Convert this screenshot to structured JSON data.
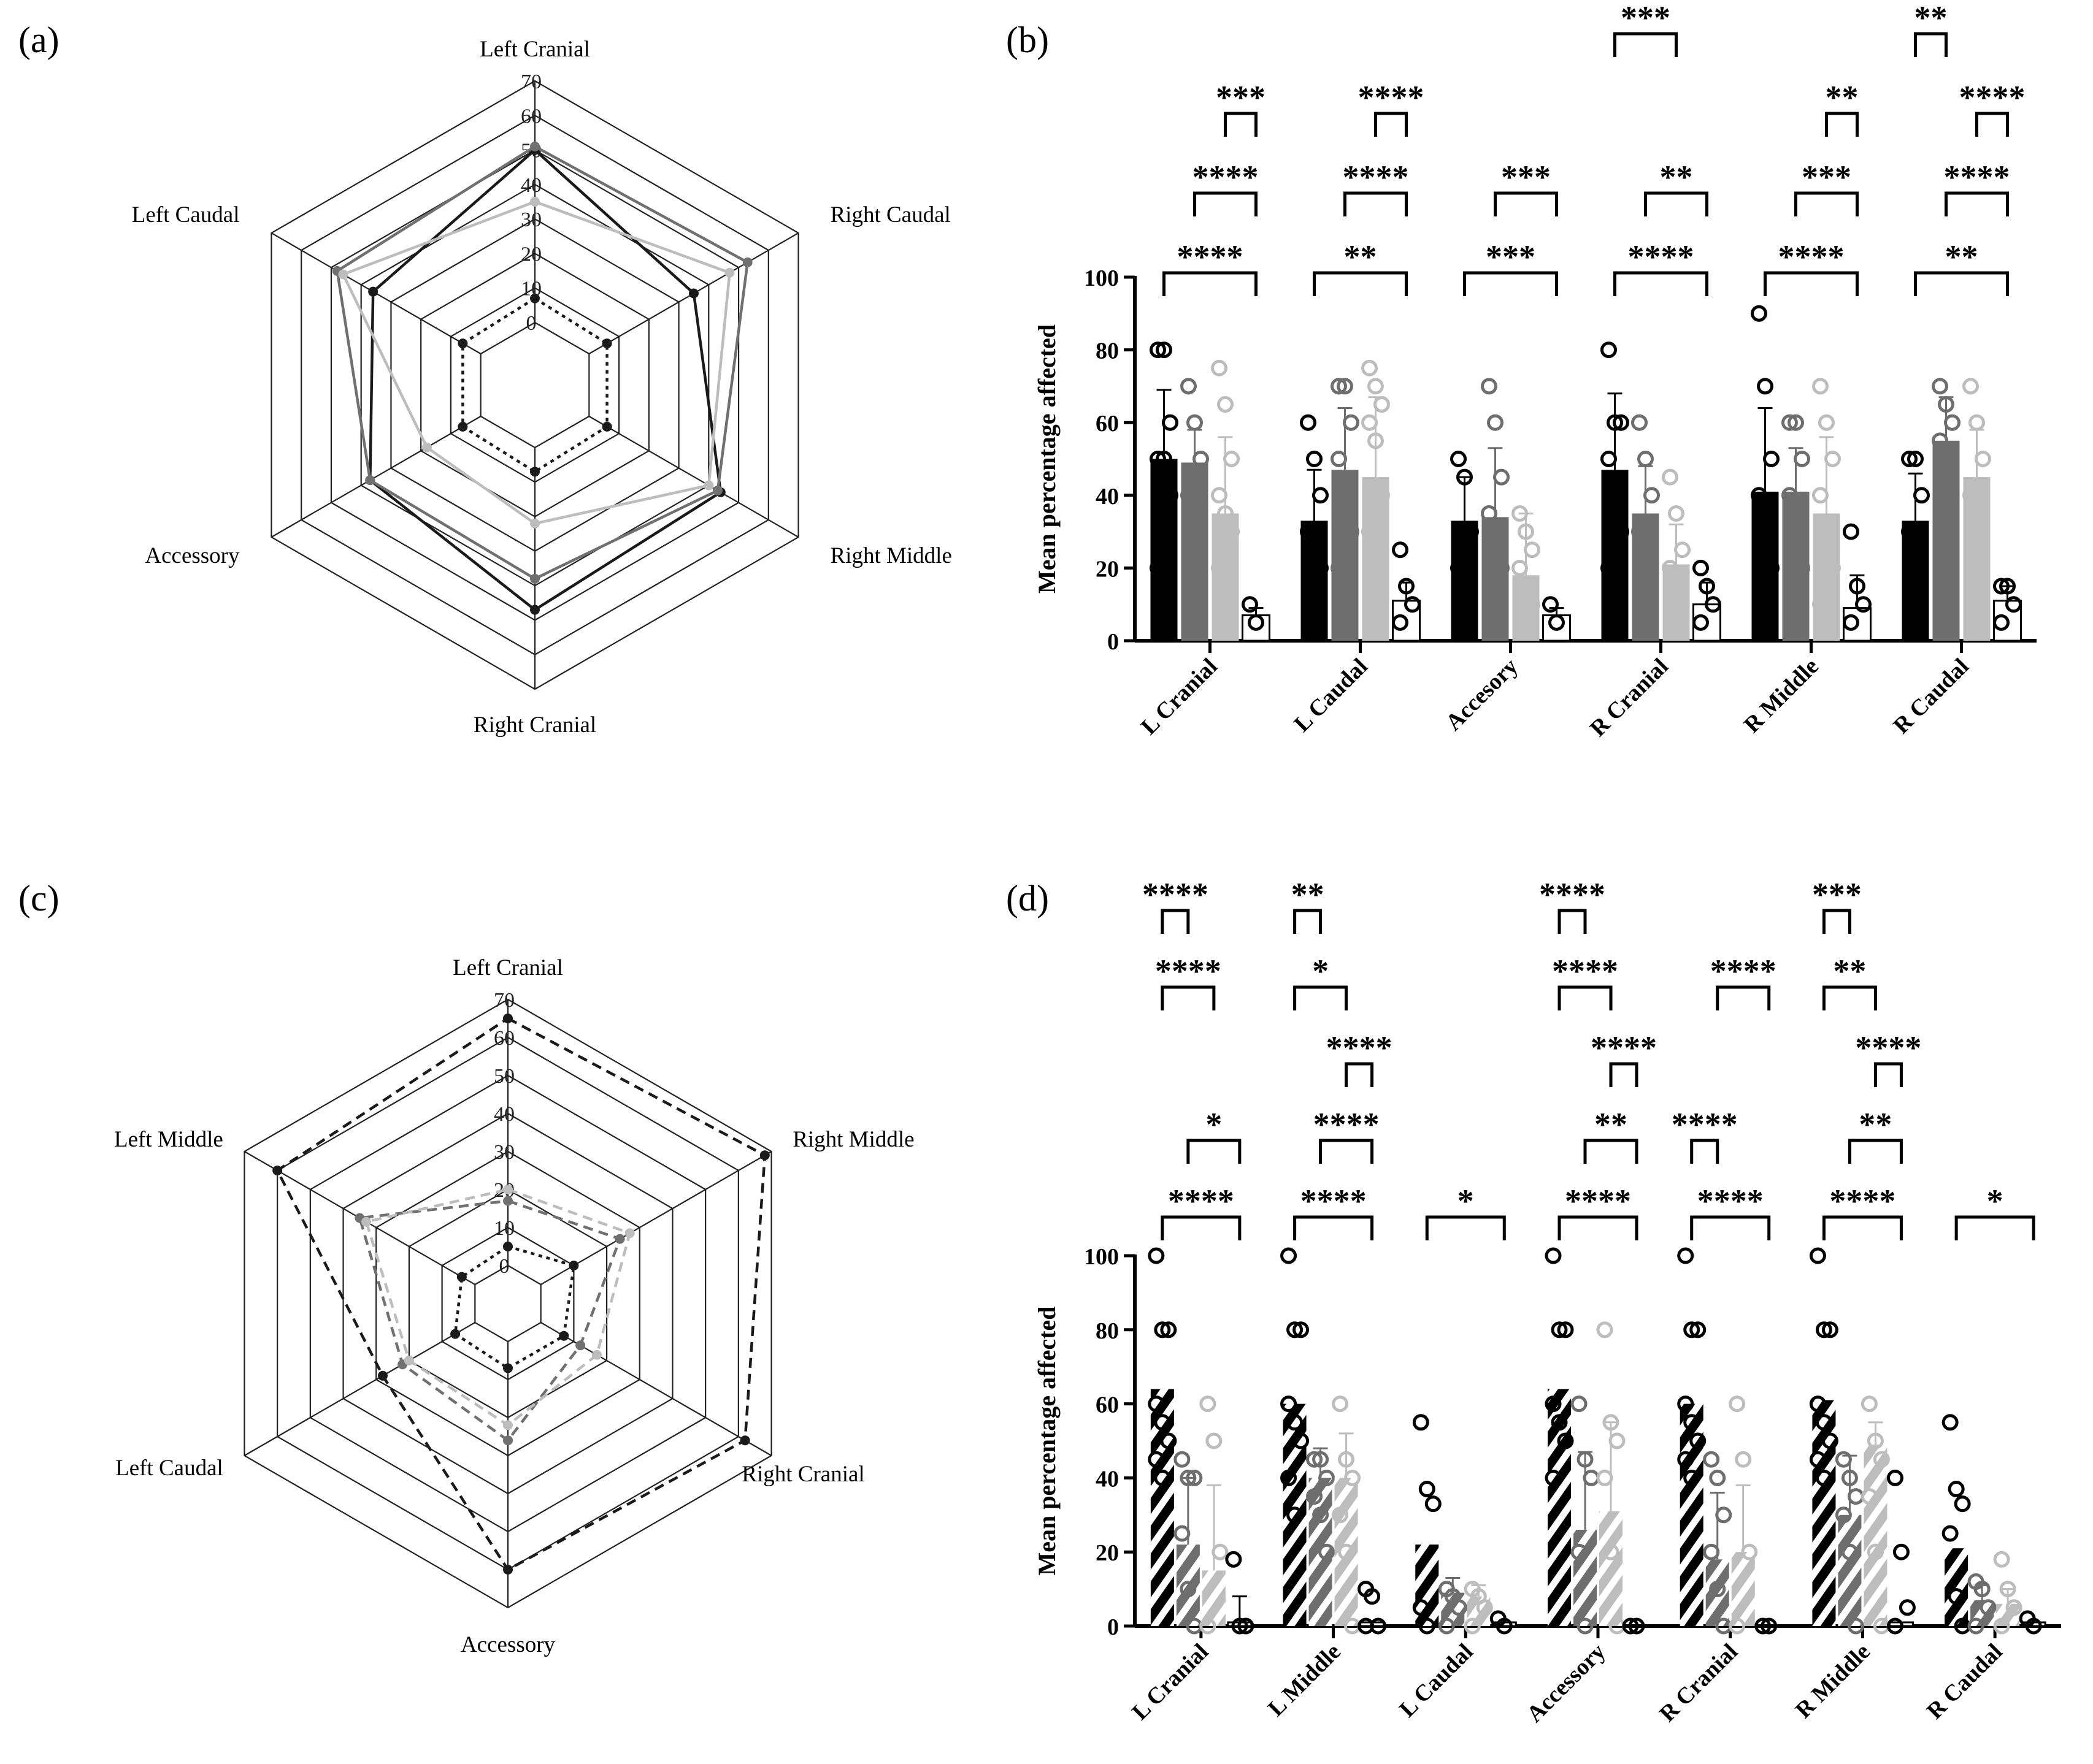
{
  "panels": [
    {
      "label": "(a)"
    },
    {
      "label": "(b)"
    },
    {
      "label": "(c)"
    },
    {
      "label": "(d)"
    }
  ],
  "chart_data": [
    {
      "panel": "(a)",
      "type": "radar",
      "axes": [
        "Left Cranial",
        "Right Caudal",
        "Right Middle",
        "Right Cranial",
        "Accessory",
        "Left Caudal"
      ],
      "range": [
        0,
        70
      ],
      "ticks": [
        "0",
        "10",
        "20",
        "30",
        "40",
        "50",
        "60",
        "70"
      ],
      "series": [
        {
          "values": [
            50,
            35,
            44,
            47,
            37,
            36
          ],
          "color": "#1a1a1a",
          "dash": false
        },
        {
          "values": [
            51,
            53,
            43,
            38,
            37,
            48
          ],
          "color": "#707070",
          "dash": false
        },
        {
          "values": [
            35,
            47,
            40,
            22,
            18,
            46
          ],
          "color": "#bdbdbd",
          "dash": false
        },
        {
          "values": [
            7,
            6,
            6,
            7,
            6,
            6
          ],
          "color": "#1a1a1a",
          "dash": true
        }
      ]
    },
    {
      "panel": "(b)",
      "type": "bar",
      "categories": [
        "L Cranial",
        "L Caudal",
        "Accesory",
        "R Cranial",
        "R Middle",
        "R Caudal"
      ],
      "ylabel": "Mean percentage affected",
      "ylim": [
        0,
        100
      ],
      "yticks": [
        "0",
        "20",
        "40",
        "60",
        "80",
        "100"
      ],
      "series": [
        {
          "values": [
            50,
            33,
            33,
            47,
            41,
            33
          ],
          "errors": [
            19,
            14,
            12,
            21,
            23,
            13
          ],
          "color": "#000000",
          "pattern": "solid"
        },
        {
          "values": [
            49,
            47,
            34,
            35,
            41,
            55
          ],
          "errors": [
            9,
            17,
            19,
            13,
            12,
            12
          ],
          "color": "#6e6e6e",
          "pattern": "solid"
        },
        {
          "values": [
            35,
            45,
            18,
            21,
            35,
            45
          ],
          "errors": [
            21,
            22,
            17,
            11,
            21,
            13
          ],
          "color": "#bdbdbd",
          "pattern": "solid"
        },
        {
          "values": [
            7,
            11,
            7,
            10,
            9,
            11
          ],
          "errors": [
            2,
            5,
            2,
            6,
            9,
            4
          ],
          "color": "#ffffff",
          "pattern": "solid"
        }
      ],
      "points": [
        [
          [
            80,
            80,
            60,
            50,
            50,
            40,
            20
          ],
          [
            70,
            60,
            50,
            40
          ],
          [
            75,
            65,
            50,
            40,
            35,
            30,
            20,
            15
          ],
          [
            10,
            5
          ]
        ],
        [
          [
            60,
            50,
            40,
            30,
            25,
            20
          ],
          [
            70,
            70,
            60,
            50,
            40,
            30,
            20
          ],
          [
            75,
            70,
            65,
            60,
            55,
            40,
            30,
            20
          ],
          [
            25,
            15,
            10,
            5
          ]
        ],
        [
          [
            50,
            45,
            30,
            20
          ],
          [
            70,
            60,
            45,
            35,
            25,
            20
          ],
          [
            35,
            30,
            25,
            20,
            15,
            10
          ],
          [
            10,
            5
          ]
        ],
        [
          [
            80,
            60,
            60,
            50,
            40,
            30,
            20
          ],
          [
            60,
            50,
            40,
            30,
            20
          ],
          [
            45,
            35,
            25,
            20,
            15
          ],
          [
            20,
            15,
            10,
            5
          ]
        ],
        [
          [
            90,
            70,
            50,
            40,
            30,
            20
          ],
          [
            60,
            60,
            50,
            40,
            30,
            20
          ],
          [
            70,
            60,
            50,
            40,
            30,
            20,
            10,
            5
          ],
          [
            30,
            15,
            10,
            5
          ]
        ],
        [
          [
            50,
            50,
            40,
            30,
            20
          ],
          [
            70,
            65,
            60,
            55,
            50
          ],
          [
            70,
            60,
            50,
            40,
            10
          ],
          [
            15,
            15,
            10,
            5
          ]
        ]
      ],
      "significance": [
        [
          {
            "a": 0,
            "b": 3,
            "label": "****",
            "level": 0
          },
          {
            "a": 1,
            "b": 3,
            "label": "****",
            "level": 1
          },
          {
            "a": 2,
            "b": 3,
            "label": "***",
            "level": 2
          }
        ],
        [
          {
            "a": 0,
            "b": 3,
            "label": "**",
            "level": 0
          },
          {
            "a": 1,
            "b": 3,
            "label": "****",
            "level": 1
          },
          {
            "a": 2,
            "b": 3,
            "label": "****",
            "level": 2
          }
        ],
        [
          {
            "a": 0,
            "b": 3,
            "label": "***",
            "level": 0
          },
          {
            "a": 1,
            "b": 3,
            "label": "***",
            "level": 1
          }
        ],
        [
          {
            "a": 0,
            "b": 3,
            "label": "****",
            "level": 0
          },
          {
            "a": 1,
            "b": 3,
            "label": "**",
            "level": 1
          },
          {
            "a": 0,
            "b": 2,
            "label": "***",
            "level": 3
          }
        ],
        [
          {
            "a": 0,
            "b": 3,
            "label": "****",
            "level": 0
          },
          {
            "a": 1,
            "b": 3,
            "label": "***",
            "level": 1
          },
          {
            "a": 2,
            "b": 3,
            "label": "**",
            "level": 2
          }
        ],
        [
          {
            "a": 0,
            "b": 3,
            "label": "**",
            "level": 0
          },
          {
            "a": 1,
            "b": 3,
            "label": "****",
            "level": 1
          },
          {
            "a": 2,
            "b": 3,
            "label": "****",
            "level": 2
          },
          {
            "a": 0,
            "b": 1,
            "label": "**",
            "level": 3
          }
        ]
      ]
    },
    {
      "panel": "(c)",
      "type": "radar",
      "axes": [
        "Left Cranial",
        "Right Middle",
        "Right Cranial",
        "Accessory",
        "Left Caudal",
        "Left Middle"
      ],
      "range": [
        0,
        70
      ],
      "ticks": [
        "0",
        "10",
        "20",
        "30",
        "40",
        "50",
        "60",
        "70"
      ],
      "series": [
        {
          "values": [
            65,
            68,
            62,
            60,
            28,
            60
          ],
          "color": "#1a1a1a",
          "dash": true
        },
        {
          "values": [
            17,
            24,
            12,
            26,
            22,
            35
          ],
          "color": "#707070",
          "dash": true
        },
        {
          "values": [
            20,
            27,
            17,
            22,
            20,
            33
          ],
          "color": "#bdbdbd",
          "dash": true
        },
        {
          "values": [
            5,
            10,
            7,
            7,
            6,
            4
          ],
          "color": "#1a1a1a",
          "dash": true
        }
      ]
    },
    {
      "panel": "(d)",
      "type": "bar",
      "categories": [
        "L Cranial",
        "L Middle",
        "L Caudal",
        "Accessory",
        "R Cranial",
        "R Middle",
        "R Caudal"
      ],
      "ylabel": "Mean percentage affected",
      "ylim": [
        0,
        100
      ],
      "yticks": [
        "0",
        "20",
        "40",
        "60",
        "80",
        "100"
      ],
      "series": [
        {
          "values": [
            64,
            60,
            22,
            64,
            60,
            61,
            21
          ],
          "errors": [
            0,
            0,
            0,
            0,
            0,
            0,
            0
          ],
          "color": "#000000",
          "pattern": "hatch"
        },
        {
          "values": [
            22,
            40,
            9,
            26,
            18,
            30,
            7
          ],
          "errors": [
            18,
            8,
            4,
            21,
            18,
            16,
            4
          ],
          "color": "#6e6e6e",
          "pattern": "hatch"
        },
        {
          "values": [
            15,
            40,
            8,
            31,
            20,
            49,
            6
          ],
          "errors": [
            23,
            12,
            3,
            24,
            18,
            6,
            4
          ],
          "color": "#bdbdbd",
          "pattern": "hatch"
        },
        {
          "values": [
            1,
            1,
            1,
            0,
            0,
            1,
            1
          ],
          "errors": [
            7,
            0,
            0,
            0,
            0,
            0,
            0
          ],
          "color": "#ffffff",
          "pattern": "solid"
        }
      ],
      "points": [
        [
          [
            100,
            80,
            80,
            60,
            55,
            50,
            45,
            40
          ],
          [
            45,
            40,
            40,
            25,
            10,
            0
          ],
          [
            60,
            50,
            20,
            0
          ],
          [
            18,
            0,
            0
          ]
        ],
        [
          [
            100,
            80,
            80,
            60,
            55,
            50,
            40,
            30
          ],
          [
            45,
            45,
            40,
            35,
            30,
            20
          ],
          [
            60,
            45,
            40,
            30,
            20,
            0
          ],
          [
            10,
            8,
            0,
            0
          ]
        ],
        [
          [
            55,
            37,
            33,
            5,
            0
          ],
          [
            10,
            8,
            5,
            0
          ],
          [
            10,
            8,
            5,
            0
          ],
          [
            2,
            0
          ]
        ],
        [
          [
            100,
            80,
            80,
            60,
            55,
            50,
            40
          ],
          [
            60,
            45,
            40,
            20,
            0
          ],
          [
            80,
            55,
            50,
            40,
            20,
            0
          ],
          [
            0,
            0
          ]
        ],
        [
          [
            100,
            80,
            80,
            60,
            55,
            50,
            45,
            40
          ],
          [
            45,
            40,
            30,
            20,
            10,
            0
          ],
          [
            60,
            45,
            20,
            0
          ],
          [
            0,
            0
          ]
        ],
        [
          [
            100,
            80,
            80,
            60,
            55,
            50,
            45,
            40
          ],
          [
            45,
            40,
            35,
            30,
            20,
            0
          ],
          [
            60,
            50,
            45,
            35,
            20,
            0
          ],
          [
            40,
            20,
            5,
            0
          ]
        ],
        [
          [
            55,
            37,
            33,
            25,
            8,
            0
          ],
          [
            12,
            10,
            5,
            0
          ],
          [
            18,
            10,
            5,
            0
          ],
          [
            2,
            0
          ]
        ]
      ],
      "significance": [
        [
          {
            "a": 0,
            "b": 3,
            "label": "****",
            "level": 0
          },
          {
            "a": 1,
            "b": 3,
            "label": "*",
            "level": 1
          },
          {
            "a": 0,
            "b": 2,
            "label": "****",
            "level": 3
          },
          {
            "a": 0,
            "b": 1,
            "label": "****",
            "level": 4
          }
        ],
        [
          {
            "a": 0,
            "b": 3,
            "label": "****",
            "level": 0
          },
          {
            "a": 1,
            "b": 3,
            "label": "****",
            "level": 1
          },
          {
            "a": 2,
            "b": 3,
            "label": "****",
            "level": 2
          },
          {
            "a": 0,
            "b": 2,
            "label": "*",
            "level": 3
          },
          {
            "a": 0,
            "b": 1,
            "label": "**",
            "level": 4
          }
        ],
        [
          {
            "a": 0,
            "b": 3,
            "label": "*",
            "level": 0
          }
        ],
        [
          {
            "a": 0,
            "b": 3,
            "label": "****",
            "level": 0
          },
          {
            "a": 1,
            "b": 3,
            "label": "**",
            "level": 1
          },
          {
            "a": 2,
            "b": 3,
            "label": "****",
            "level": 2
          },
          {
            "a": 0,
            "b": 2,
            "label": "****",
            "level": 3
          },
          {
            "a": 0,
            "b": 1,
            "label": "****",
            "level": 4
          }
        ],
        [
          {
            "a": 0,
            "b": 3,
            "label": "****",
            "level": 0
          },
          {
            "a": 0,
            "b": 1,
            "label": "****",
            "level": 1
          },
          {
            "a": 1,
            "b": 3,
            "label": "****",
            "level": 3
          }
        ],
        [
          {
            "a": 0,
            "b": 3,
            "label": "****",
            "level": 0
          },
          {
            "a": 1,
            "b": 3,
            "label": "**",
            "level": 1
          },
          {
            "a": 2,
            "b": 3,
            "label": "****",
            "level": 2
          },
          {
            "a": 0,
            "b": 2,
            "label": "**",
            "level": 3
          },
          {
            "a": 0,
            "b": 1,
            "label": "***",
            "level": 4
          }
        ],
        [
          {
            "a": 0,
            "b": 3,
            "label": "*",
            "level": 0
          }
        ]
      ]
    }
  ]
}
